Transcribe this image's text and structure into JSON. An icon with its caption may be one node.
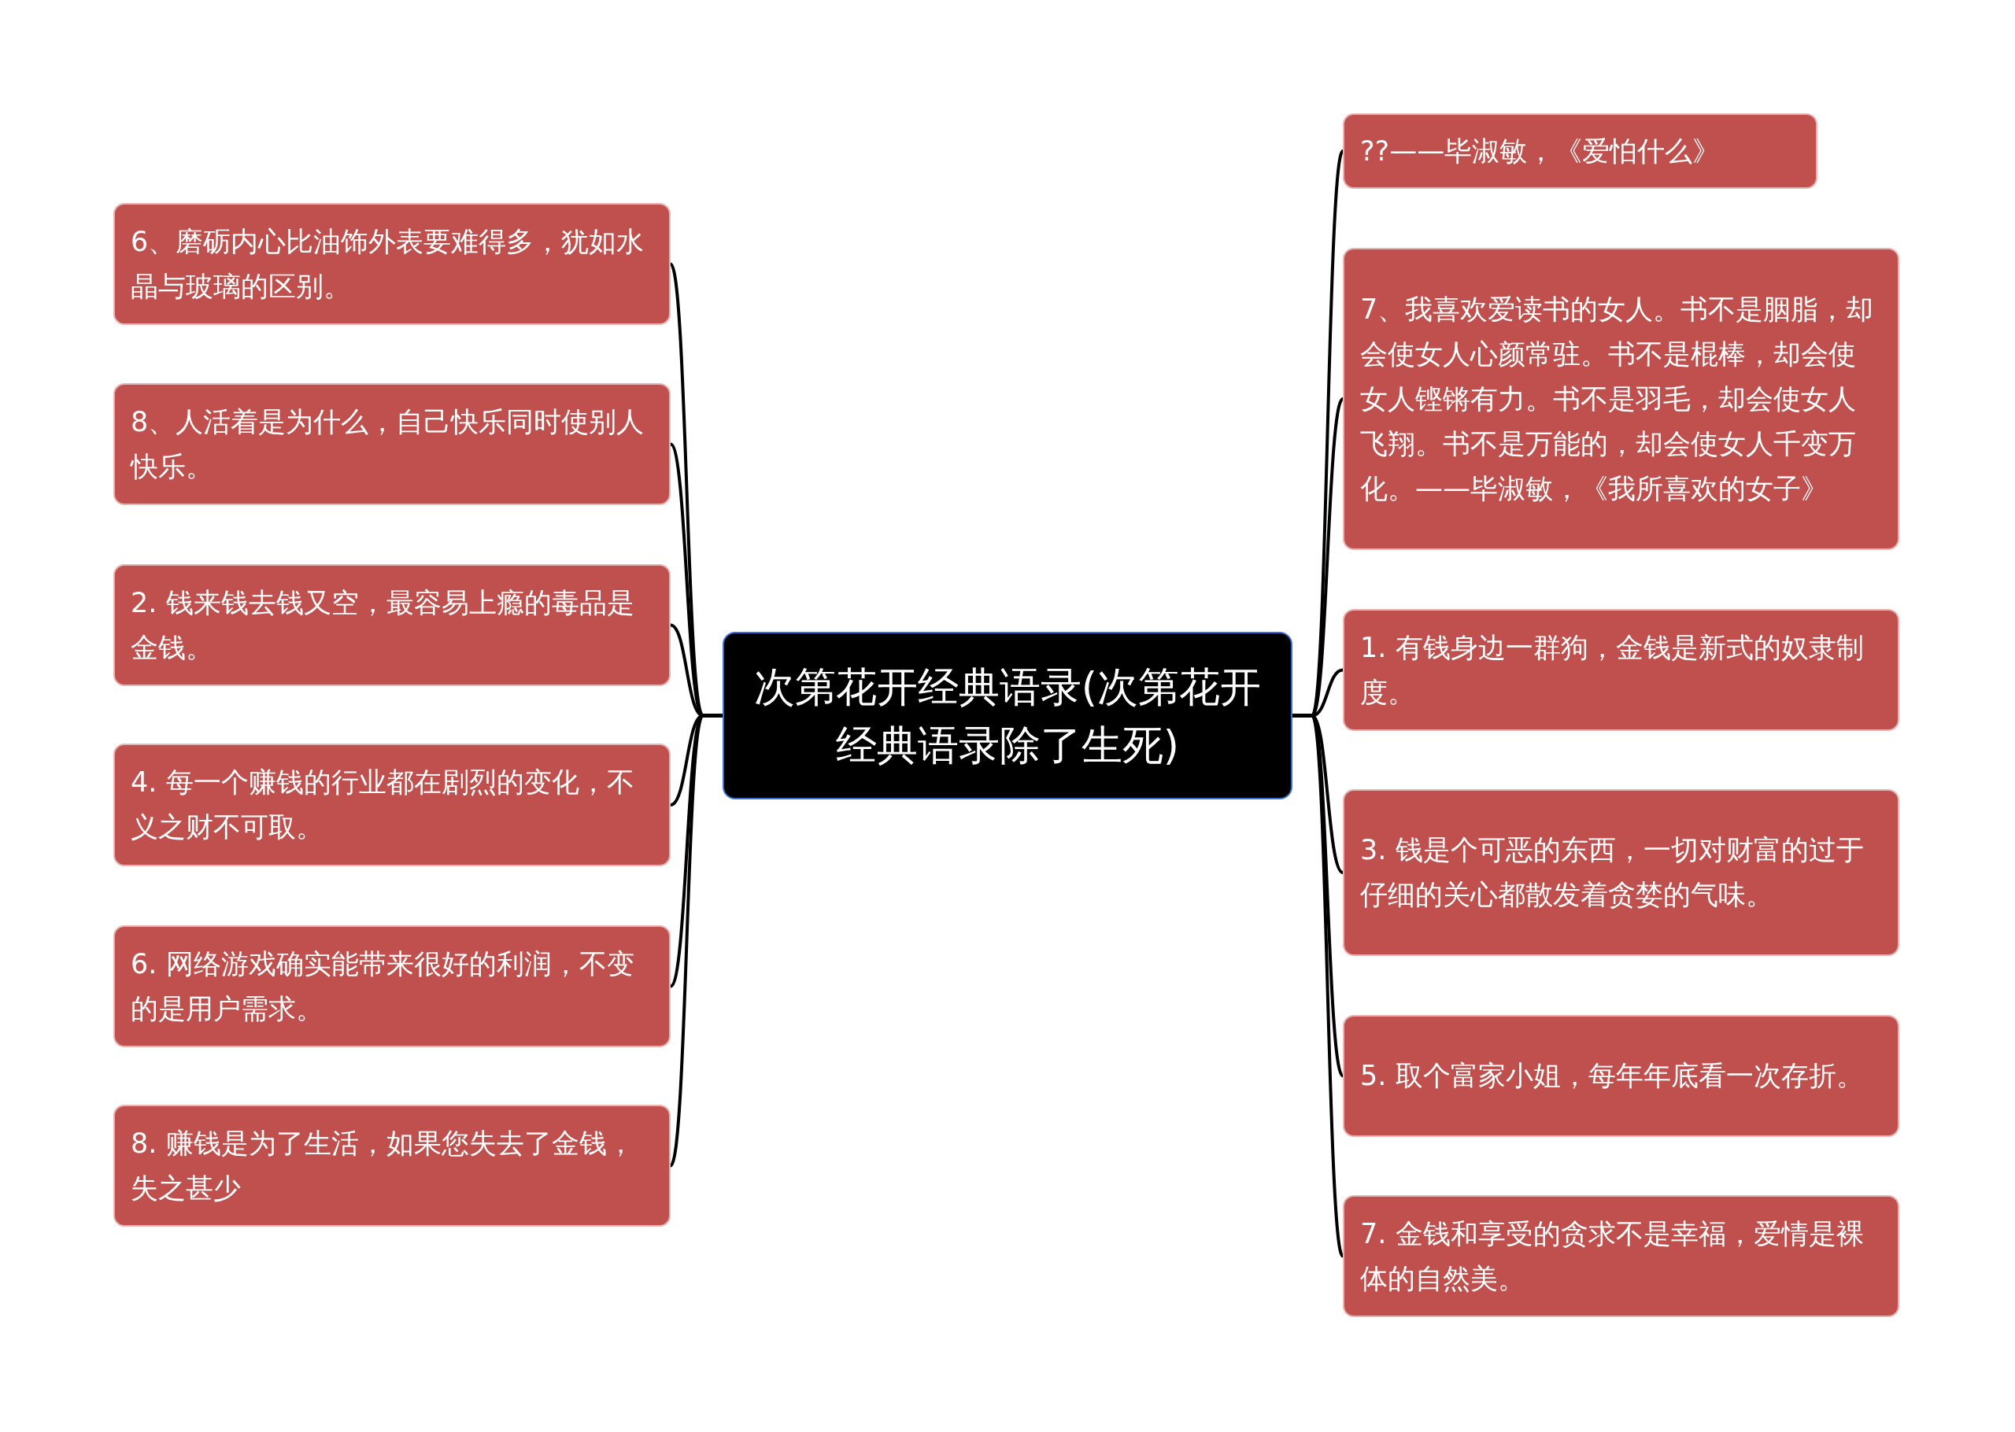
{
  "diagram": {
    "nodes": [
      {
        "text": [
          "次第花开经典语录(次第花开经典语录除了生死)"
        ]
      },
      {
        "text": [
          "6、磨砺内心比油饰外表要难得多，犹如水晶与玻璃的区别。"
        ]
      },
      {
        "text": [
          "8、人活着是为什么，自己快乐同时使别人快乐。"
        ]
      },
      {
        "text": [
          "2. 钱来钱去钱又空，最容易上瘾的毒品是金钱。"
        ]
      },
      {
        "text": [
          "4. 每一个赚钱的行业都在剧烈的变化，不义之财不可取。"
        ]
      },
      {
        "text": [
          "6. 网络游戏确实能带来很好的利润，不变的是用户需求。"
        ]
      },
      {
        "text": [
          "8. 赚钱是为了生活，如果您失去了金钱，失之甚少"
        ]
      },
      {
        "text": [
          "??——毕淑敏，《爱怕什么》"
        ]
      },
      {
        "text": [
          "7、我喜欢爱读书的女人。书不是胭脂，却会使女人心颜常驻。书不是棍棒，却会使女人铿锵有力。书不是羽毛，却会使女人飞翔。书不是万能的，却会使女人千变万化。——毕淑敏，《我所喜欢的女子》"
        ]
      },
      {
        "text": [
          "1. 有钱身边一群狗，金钱是新式的奴隶制度。"
        ]
      },
      {
        "text": [
          "3. 钱是个可恶的东西，一切对财富的过于仔细的关心都散发着贪婪的气味。"
        ]
      },
      {
        "text": [
          "5. 取个富家小姐，每年年底看一次存折。"
        ]
      },
      {
        "text": [
          "7. 金钱和享受的贪求不是幸福，爱情是裸体的自然美。"
        ]
      }
    ],
    "edges": [
      {
        "from": 0,
        "to": 1,
        "arrow": "none"
      },
      {
        "from": 0,
        "to": 2,
        "arrow": "none"
      },
      {
        "from": 0,
        "to": 3,
        "arrow": "none"
      },
      {
        "from": 0,
        "to": 4,
        "arrow": "none"
      },
      {
        "from": 0,
        "to": 5,
        "arrow": "none"
      },
      {
        "from": 0,
        "to": 6,
        "arrow": "none"
      },
      {
        "from": 0,
        "to": 7,
        "arrow": "none"
      },
      {
        "from": 0,
        "to": 8,
        "arrow": "none"
      },
      {
        "from": 0,
        "to": 9,
        "arrow": "none"
      },
      {
        "from": 0,
        "to": 10,
        "arrow": "none"
      },
      {
        "from": 0,
        "to": 11,
        "arrow": "none"
      },
      {
        "from": 0,
        "to": 12,
        "arrow": "none"
      }
    ]
  }
}
